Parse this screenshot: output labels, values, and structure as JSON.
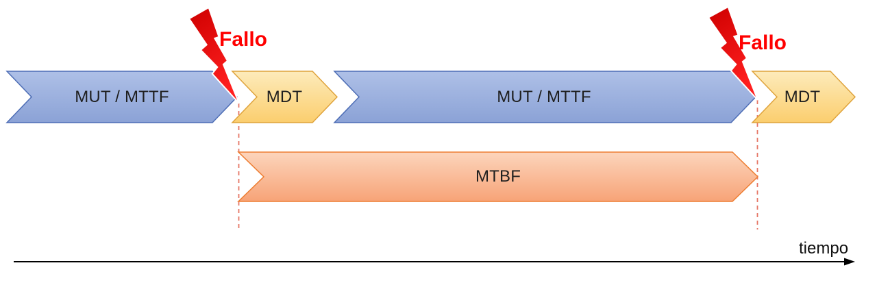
{
  "diagram": {
    "description": "Reliability timeline diagram showing alternating uptime and downtime intervals",
    "segments": [
      {
        "label": "MUT / MTTF",
        "kind": "uptime"
      },
      {
        "label": "MDT",
        "kind": "downtime"
      },
      {
        "label": "MUT / MTTF",
        "kind": "uptime"
      },
      {
        "label": "MDT",
        "kind": "downtime"
      }
    ],
    "span": {
      "label": "MTBF"
    },
    "failure_events": [
      {
        "label": "Fallo"
      },
      {
        "label": "Fallo"
      }
    ],
    "axis": {
      "label": "tiempo"
    },
    "colors": {
      "uptime_fill_top": "#AEC0E7",
      "uptime_fill_bottom": "#8BA2D6",
      "uptime_border": "#4D6DB5",
      "downtime_fill_top": "#FDEBBB",
      "downtime_fill_bottom": "#FBCE6E",
      "downtime_border": "#DFA33C",
      "mtbf_fill_top": "#FCD5BC",
      "mtbf_fill_bottom": "#F7A377",
      "mtbf_border": "#ED7D31",
      "bolt_fill_top": "#CE0000",
      "bolt_fill_bottom": "#FF1F1F",
      "fallo_text": "#FF0000",
      "dashed_line": "#E2604C",
      "axis_line": "#000000"
    }
  }
}
